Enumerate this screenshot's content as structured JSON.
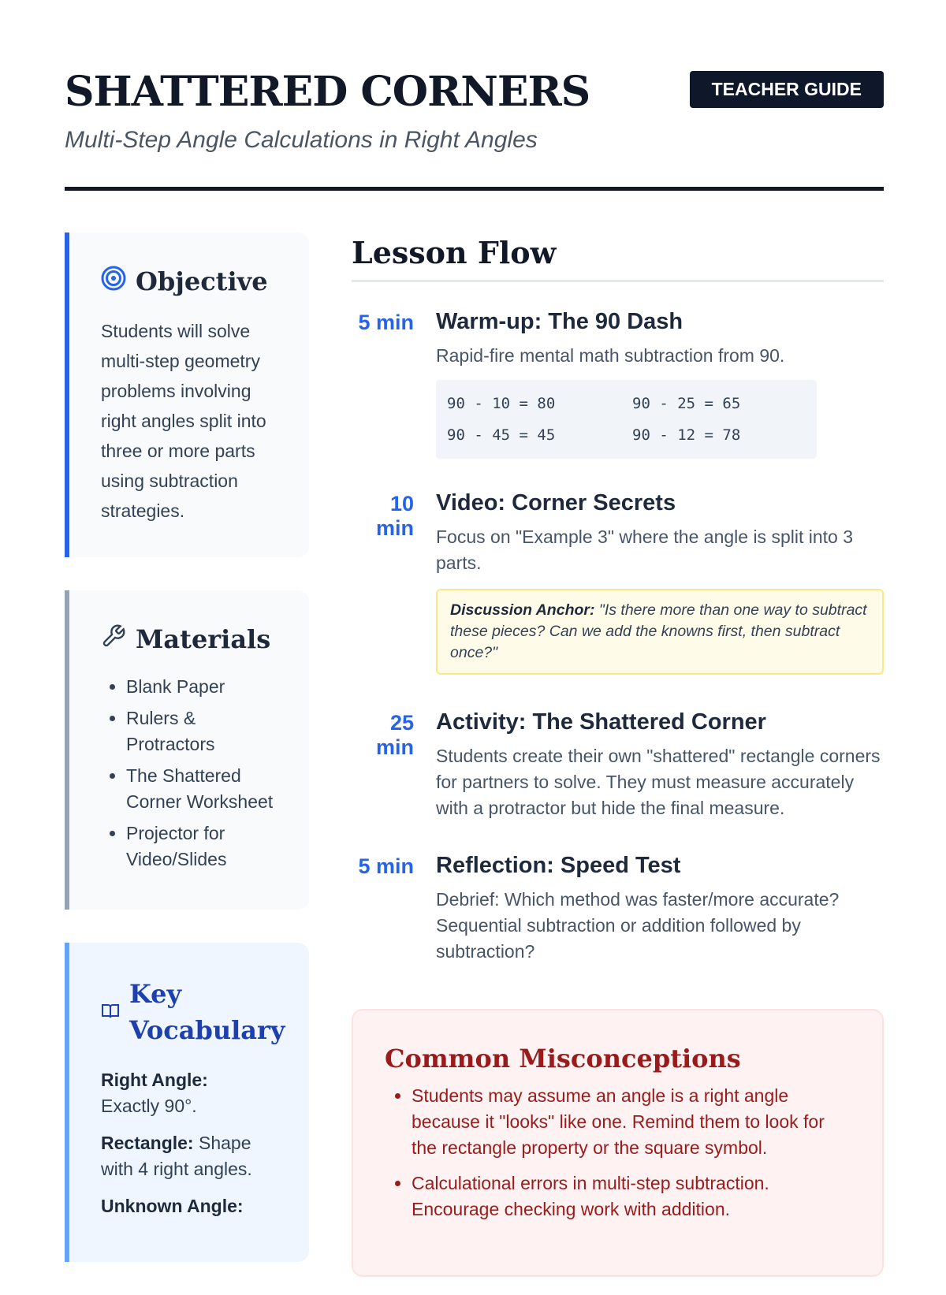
{
  "header": {
    "title": "SHATTERED CORNERS",
    "subtitle": "Multi-Step Angle Calculations in Right Angles",
    "badge": "TEACHER GUIDE"
  },
  "objective": {
    "title": "Objective",
    "text": "Students will solve multi-step geometry problems involving right angles split into three or more parts using subtraction strategies."
  },
  "materials": {
    "title": "Materials",
    "items": [
      "Blank Paper",
      "Rulers & Protractors",
      "The Shattered Corner Worksheet",
      "Projector for Video/Slides"
    ]
  },
  "vocabulary": {
    "title": "Key Vocabulary",
    "terms": [
      {
        "term": "Right Angle:",
        "def": "Exactly 90°."
      },
      {
        "term": "Rectangle:",
        "def": "Shape with 4 right angles."
      },
      {
        "term": "Unknown Angle:",
        "def": ""
      }
    ]
  },
  "lesson_flow": {
    "title": "Lesson Flow",
    "steps": [
      {
        "time": "5 min",
        "title": "Warm-up: The 90 Dash",
        "desc": "Rapid-fire mental math subtraction from 90.",
        "equations": [
          "90 - 10 = 80",
          "90 - 25 = 65",
          "90 - 45 = 45",
          "90 - 12 = 78"
        ]
      },
      {
        "time": "10 min",
        "title": "Video: Corner Secrets",
        "desc": "Focus on \"Example 3\" where the angle is split into 3 parts.",
        "anchor_label": "Discussion Anchor:",
        "anchor_text": " \"Is there more than one way to subtract these pieces? Can we add the knowns first, then subtract once?\""
      },
      {
        "time": "25 min",
        "title": "Activity: The Shattered Corner",
        "desc": "Students create their own \"shattered\" rectangle corners for partners to solve. They must measure accurately with a protractor but hide the final measure."
      },
      {
        "time": "5 min",
        "title": "Reflection: Speed Test",
        "desc": "Debrief: Which method was faster/more accurate? Sequential subtraction or addition followed by subtraction?"
      }
    ]
  },
  "misconceptions": {
    "title": "Common Misconceptions",
    "items": [
      "Students may assume an angle is a right angle because it \"looks\" like one. Remind them to look for the rectangle property or the square symbol.",
      "Calculational errors in multi-step subtraction. Encourage checking work with addition."
    ]
  }
}
